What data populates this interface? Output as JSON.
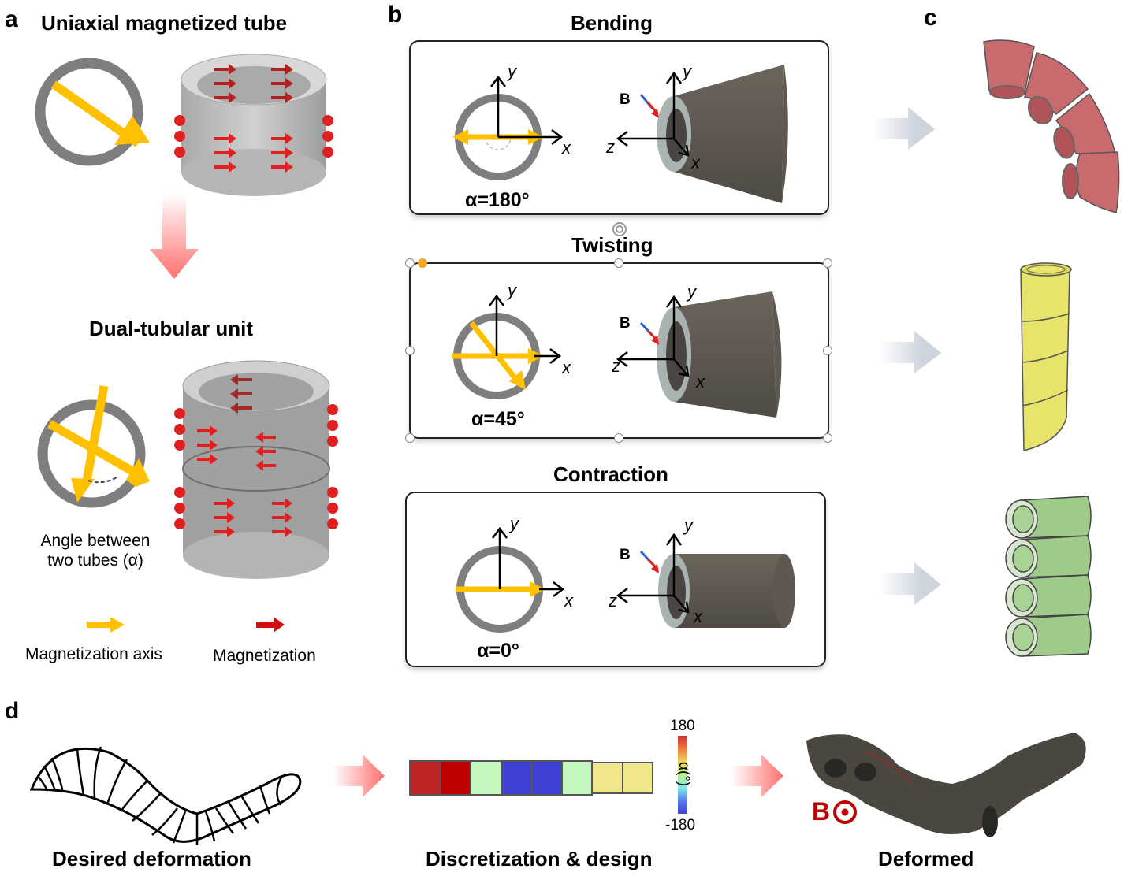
{
  "panel_a": {
    "letter": "a",
    "title_top": "Uniaxial magnetized tube",
    "title_bottom": "Dual-tubular unit",
    "angle_caption_line1": "Angle between",
    "angle_caption_line2": "two tubes (α)",
    "legend": [
      {
        "label": "Magnetization axis",
        "icon": "yellow-arrow-icon",
        "color": "#FFC000"
      },
      {
        "label": "Magnetization",
        "icon": "red-arrow-icon",
        "color": "#D01010"
      }
    ]
  },
  "panel_b": {
    "letter": "b",
    "modes": [
      {
        "title": "Bending",
        "alpha_label": "α=180°",
        "alpha_deg": 180
      },
      {
        "title": "Twisting",
        "alpha_label": "α=45°",
        "alpha_deg": 45
      },
      {
        "title": "Contraction",
        "alpha_label": "α=0°",
        "alpha_deg": 0
      }
    ],
    "axis_labels": {
      "x": "x",
      "y": "y",
      "z": "z"
    },
    "field_label": "B"
  },
  "panel_c": {
    "letter": "c",
    "results": [
      {
        "name": "bending-result",
        "color": "#C86A6E"
      },
      {
        "name": "twisting-result",
        "color": "#E6E46A"
      },
      {
        "name": "contraction-result",
        "color": "#9FCB8A"
      }
    ]
  },
  "panel_d": {
    "letter": "d",
    "desired_label": "Desired deformation",
    "design_label": "Discretization & design",
    "deformed_label": "Deformed",
    "field_symbol": "B",
    "field_color": "#C00000",
    "colorbar": {
      "max": "180",
      "min": "-180",
      "title": "α(°)"
    },
    "segments": [
      {
        "color": "#BE2424"
      },
      {
        "color": "#C00000"
      },
      {
        "color": "#C4F7BE"
      },
      {
        "color": "#3F3FD4"
      },
      {
        "color": "#3F3FD4"
      },
      {
        "color": "#C4F7BE"
      },
      {
        "color": "#F0E68C"
      },
      {
        "color": "#F0E68C"
      }
    ]
  }
}
